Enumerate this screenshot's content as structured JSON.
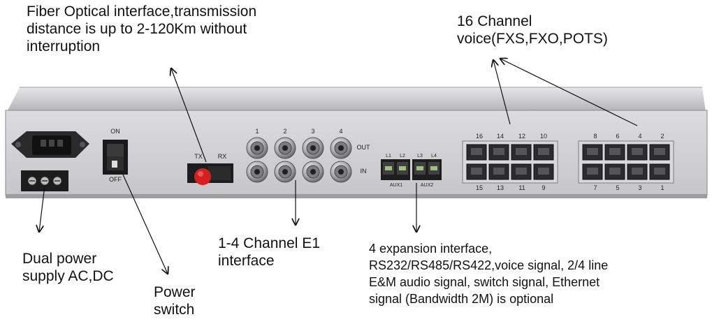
{
  "callouts": {
    "fiber": [
      "Fiber Optical interface,transmission",
      "distance is up to 2-120Km without",
      "interruption"
    ],
    "voice": [
      "16 Channel",
      "voice(FXS,FXO,POTS)"
    ],
    "power_supply": [
      "Dual power",
      "supply AC,DC"
    ],
    "power_switch": [
      "Power",
      "switch"
    ],
    "e1": [
      "1-4 Channel E1",
      "interface"
    ],
    "expansion": [
      "4 expansion interface,",
      "RS232/RS485/RS422,voice signal, 2/4 line",
      "E&M audio signal, switch signal, Ethernet",
      "signal (Bandwidth 2M) is optional"
    ]
  },
  "panel": {
    "switch_on": "ON",
    "switch_off": "OFF",
    "fiber_tx": "TX",
    "fiber_rx": "RX",
    "bnc_numbers": [
      "1",
      "2",
      "3",
      "4"
    ],
    "bnc_out": "OUT",
    "bnc_in": "IN",
    "aux_ports": [
      "L1",
      "L2",
      "L3",
      "L4"
    ],
    "aux_labels": [
      "AUX1",
      "AUX2"
    ],
    "rj_left_top": [
      "16",
      "14",
      "12",
      "10"
    ],
    "rj_left_bottom": [
      "15",
      "13",
      "11",
      "9"
    ],
    "rj_right_top": [
      "8",
      "6",
      "4",
      "2"
    ],
    "rj_right_bottom": [
      "7",
      "5",
      "3",
      "1"
    ]
  },
  "colors": {
    "chassis": "#cfcfd1",
    "chassis_top": "#b9b9bb",
    "fiber_red": "#d62020",
    "arrow": "#111111"
  }
}
